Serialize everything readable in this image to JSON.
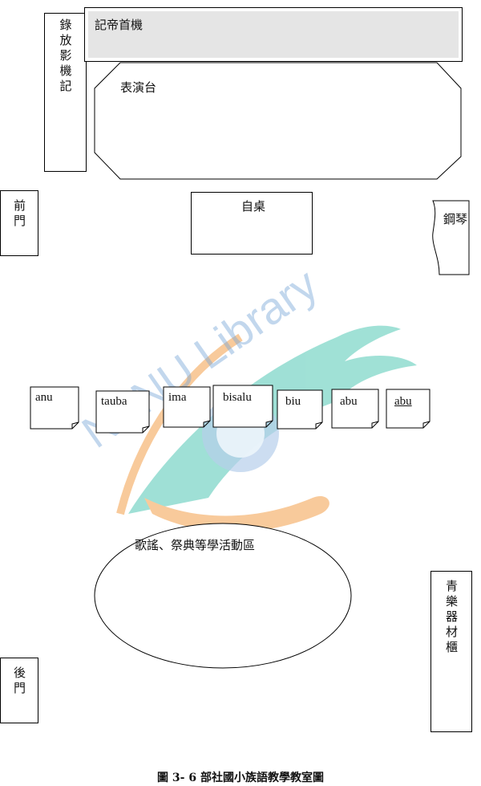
{
  "labels": {
    "recorder": "錄放影機記",
    "recorder_shelf": "記帝首機",
    "stage": "表演台",
    "front_door": "前門",
    "podium": "自桌",
    "piano": "鋼琴",
    "activity_area": "歌謠、祭典等學活動區",
    "equipment_cabinet": "青樂器材櫃",
    "back_door": "後門"
  },
  "watermark": "NTNU Library",
  "cards": [
    "anu",
    "tauba",
    "ima",
    "bisalu",
    "biu",
    "abu",
    "abu"
  ],
  "caption": "圖 3- 6 部社國小族語教學教室圖",
  "colors": {
    "shelf_fill": "#e5e5e5",
    "watermark_teal": "#52c8b5",
    "watermark_orange": "#f4a04a",
    "watermark_blue": "#7aa7d8"
  }
}
